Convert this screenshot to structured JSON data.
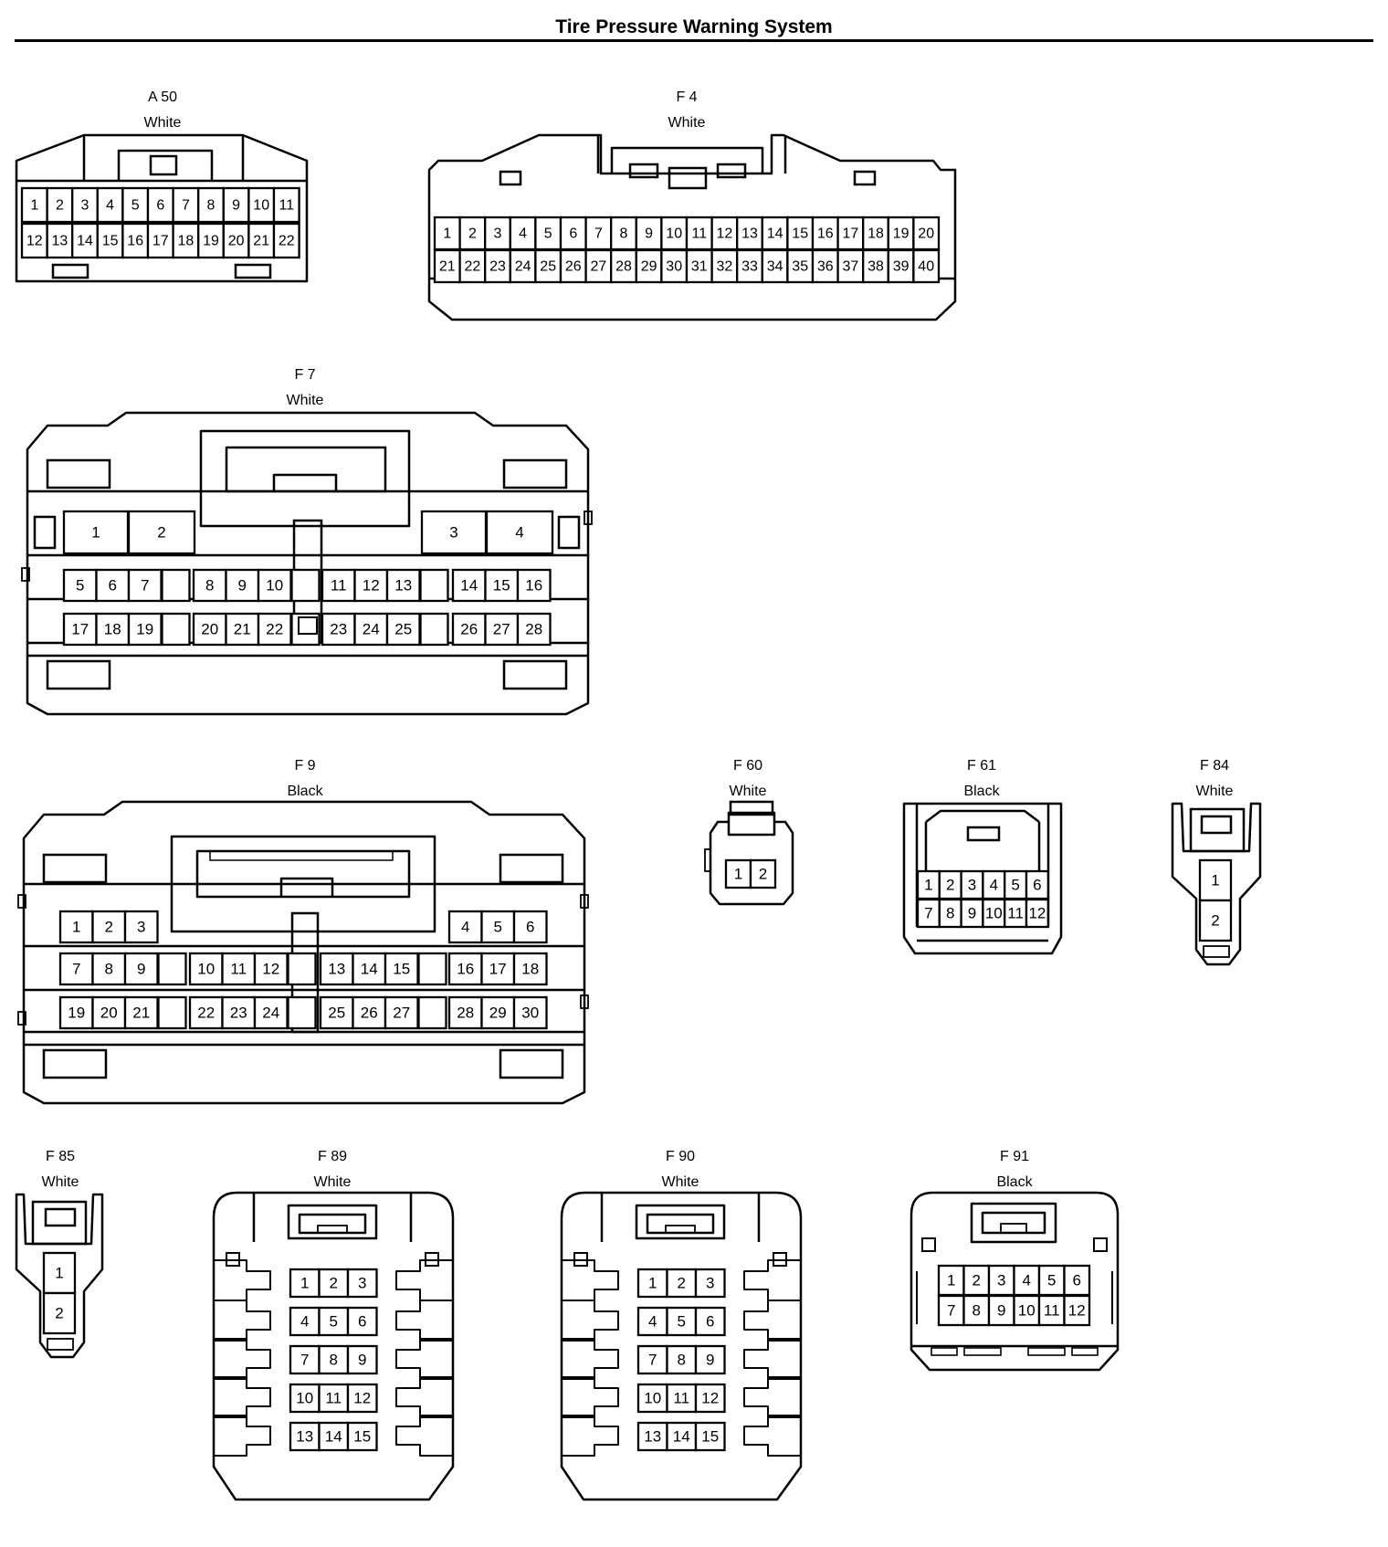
{
  "title": "Tire Pressure Warning System",
  "connectors": [
    {
      "id": "A 50",
      "color": "White",
      "pins": [
        "1",
        "2",
        "3",
        "4",
        "5",
        "6",
        "7",
        "8",
        "9",
        "10",
        "11",
        "12",
        "13",
        "14",
        "15",
        "16",
        "17",
        "18",
        "19",
        "20",
        "21",
        "22"
      ]
    },
    {
      "id": "F 4",
      "color": "White",
      "pins": [
        "1",
        "2",
        "3",
        "4",
        "5",
        "6",
        "7",
        "8",
        "9",
        "10",
        "11",
        "12",
        "13",
        "14",
        "15",
        "16",
        "17",
        "18",
        "19",
        "20",
        "21",
        "22",
        "23",
        "24",
        "25",
        "26",
        "27",
        "28",
        "29",
        "30",
        "31",
        "32",
        "33",
        "34",
        "35",
        "36",
        "37",
        "38",
        "39",
        "40"
      ]
    },
    {
      "id": "F 7",
      "color": "White",
      "pins": [
        "1",
        "2",
        "3",
        "4",
        "5",
        "6",
        "7",
        "8",
        "9",
        "10",
        "11",
        "12",
        "13",
        "14",
        "15",
        "16",
        "17",
        "18",
        "19",
        "20",
        "21",
        "22",
        "23",
        "24",
        "25",
        "26",
        "27",
        "28"
      ]
    },
    {
      "id": "F 9",
      "color": "Black",
      "pins": [
        "1",
        "2",
        "3",
        "4",
        "5",
        "6",
        "7",
        "8",
        "9",
        "10",
        "11",
        "12",
        "13",
        "14",
        "15",
        "16",
        "17",
        "18",
        "19",
        "20",
        "21",
        "22",
        "23",
        "24",
        "25",
        "26",
        "27",
        "28",
        "29",
        "30"
      ]
    },
    {
      "id": "F 60",
      "color": "White",
      "pins": [
        "1",
        "2"
      ]
    },
    {
      "id": "F 61",
      "color": "Black",
      "pins": [
        "1",
        "2",
        "3",
        "4",
        "5",
        "6",
        "7",
        "8",
        "9",
        "10",
        "11",
        "12"
      ]
    },
    {
      "id": "F 84",
      "color": "White",
      "pins": [
        "1",
        "2"
      ]
    },
    {
      "id": "F 85",
      "color": "White",
      "pins": [
        "1",
        "2"
      ]
    },
    {
      "id": "F 89",
      "color": "White",
      "pins": [
        "1",
        "2",
        "3",
        "4",
        "5",
        "6",
        "7",
        "8",
        "9",
        "10",
        "11",
        "12",
        "13",
        "14",
        "15"
      ]
    },
    {
      "id": "F 90",
      "color": "White",
      "pins": [
        "1",
        "2",
        "3",
        "4",
        "5",
        "6",
        "7",
        "8",
        "9",
        "10",
        "11",
        "12",
        "13",
        "14",
        "15"
      ]
    },
    {
      "id": "F 91",
      "color": "Black",
      "pins": [
        "1",
        "2",
        "3",
        "4",
        "5",
        "6",
        "7",
        "8",
        "9",
        "10",
        "11",
        "12"
      ]
    }
  ]
}
